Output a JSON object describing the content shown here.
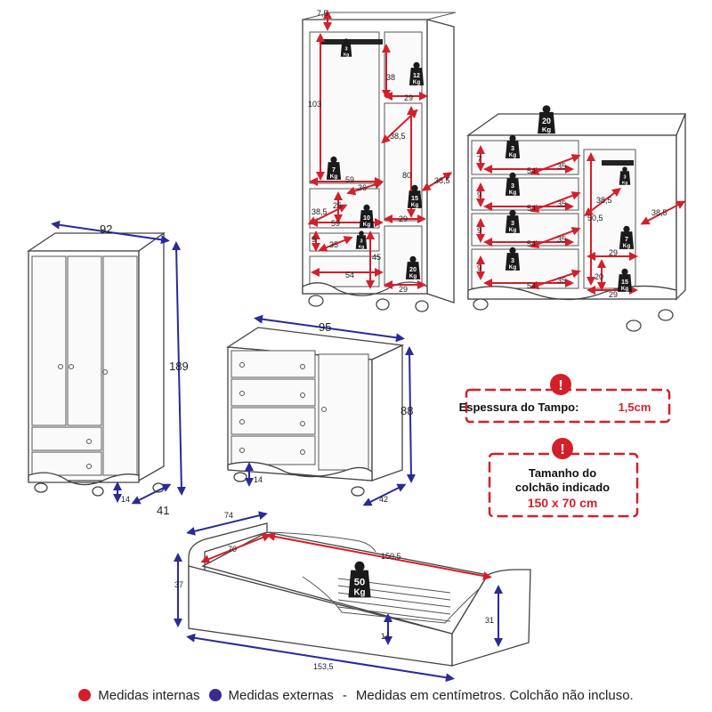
{
  "colors": {
    "internal": "#d41f2a",
    "external": "#3b2a8f"
  },
  "weights": {
    "wardrobe_rod": "3|Kg",
    "wardrobe_shelf_top": "12|Kg",
    "wardrobe_bottom_rod": "7|Kg",
    "wardrobe_shelf_mid": "15|Kg",
    "wardrobe_drawer_top": "10|Kg",
    "wardrobe_drawer_small": "3|Kg",
    "wardrobe_bottom_shelf": "20|Kg",
    "dresser_top": "20|Kg",
    "dresser_d1": "3|Kg",
    "dresser_d2": "3|Kg",
    "dresser_d3": "3|Kg",
    "dresser_d4": "3|Kg",
    "dresser_rod": "3|Kg",
    "dresser_shelf1": "7|Kg",
    "dresser_shelf2": "15|Kg",
    "bed": "50|Kg"
  },
  "wardrobe_internal": {
    "top": "7,5",
    "height_hang": "103",
    "top_compart": "38",
    "shelf_width": "29",
    "mid_left": "38,5",
    "mid_compart": "80",
    "depth": "38,5",
    "rod_width": "59",
    "small_d": "36",
    "hang_lower": "25",
    "drawer_depth": "38,5",
    "drawer_width": "59",
    "drawer_h": "9",
    "drawer_w2": "35",
    "bottom_compart": "45",
    "bottom_shelf_w": "29",
    "bottom_drawer": "54",
    "shelf_w2": "29",
    "shelf_w3": "29"
  },
  "dresser_internal": {
    "d1_h": "7",
    "d1_w": "54",
    "d1_d": "35",
    "d2_h": "9",
    "d2_w": "54",
    "d2_d": "35",
    "d3_h": "9",
    "d3_w": "54",
    "d3_d": "35",
    "d4_h": "9",
    "d4_w": "54",
    "d4_d": "35",
    "door_inner": "38,5",
    "door_h": "50,5",
    "depth": "38,5",
    "shelf_w": "29",
    "shelf_h": "20",
    "shelf_w2": "29"
  },
  "wardrobe_external": {
    "width": "92",
    "height": "189",
    "depth": "41",
    "feet": "14"
  },
  "dresser_external": {
    "width": "95",
    "height": "88",
    "depth": "42",
    "feet": "14"
  },
  "bed": {
    "depth": "74",
    "inner_width": "70",
    "inner_length": "150,5",
    "head_height": "37",
    "side_height": "31",
    "clearance": "14",
    "length": "153,5"
  },
  "notes": {
    "tampo_label": "Espessura do Tampo:",
    "tampo_value": "1,5cm",
    "mattress_line1": "Tamanho do",
    "mattress_line2": "colchão indicado",
    "mattress_value": "150 x 70 cm"
  },
  "legend": {
    "internal": "Medidas internas",
    "external": "Medidas externas",
    "separator": "-",
    "note": "Medidas em centímetros. Colchão não incluso."
  }
}
